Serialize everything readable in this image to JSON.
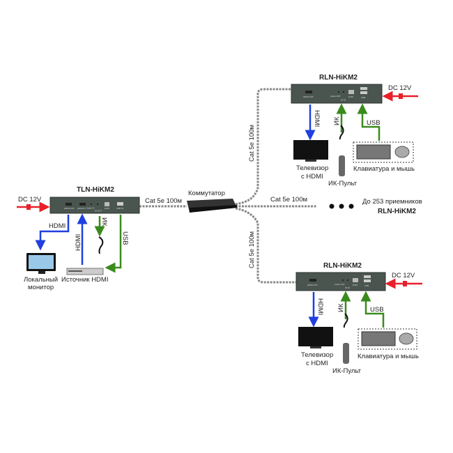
{
  "transmitter": {
    "title": "TLN-HiKM2",
    "power": "DC 12V",
    "ports": [
      "HDMI OUT",
      "HDMI IN",
      "Audio IN",
      "IR OUT",
      "RJ45",
      "USB IN"
    ],
    "hdmi_out_label": "HDMI",
    "hdmi_in_label": "HDMI",
    "ir_label": "ИК",
    "usb_label": "USB",
    "monitor_label": [
      "Локальный",
      "монитор"
    ],
    "source_label": "Источник HDMI"
  },
  "switch": {
    "title": "Коммутатор",
    "link_left": "Cat 5e 100м",
    "link_middle": "Cat 5e 100м",
    "link_top": "Cat 5e 100м",
    "link_bottom": "Cat 5e 100м"
  },
  "more_receivers": {
    "line1": "До 253 приемников",
    "line2": "RLN-HiKM2"
  },
  "receivers": [
    {
      "title": "RLN-HiKM2",
      "power": "DC 12V",
      "ports": [
        "HDMI OUT",
        "Audio OUT",
        "IR IN",
        "RJ45",
        "USB"
      ],
      "hdmi_label": "HDMI",
      "ir_label": "ИК",
      "usb_label": "USB",
      "tv_label": [
        "Телевизор",
        "с HDMI"
      ],
      "remote_label": "ИК-Пульт",
      "kbd_label": "Клавиатура и мышь"
    },
    {
      "title": "RLN-HiKM2",
      "power": "DC 12V",
      "ports": [
        "HDMI OUT",
        "Audio OUT",
        "IR IN",
        "RJ45",
        "USB"
      ],
      "hdmi_label": "HDMI",
      "ir_label": "ИК",
      "usb_label": "USB",
      "tv_label": [
        "Телевизор",
        "с HDMI"
      ],
      "remote_label": "ИК-Пульт",
      "kbd_label": "Клавиатура и мышь"
    }
  ],
  "colors": {
    "power": "#e8202a",
    "hdmi": "#1f3fe0",
    "control": "#3a8a1c",
    "device": "#4a5550"
  }
}
